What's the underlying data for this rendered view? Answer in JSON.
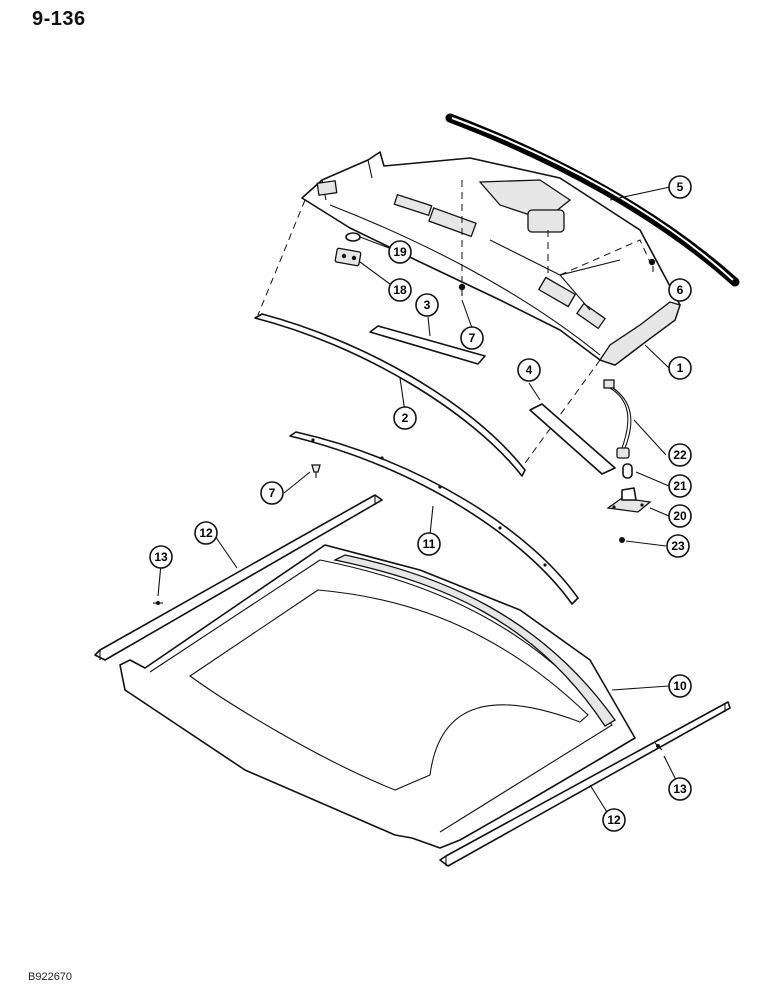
{
  "page": {
    "number": "9-136",
    "figure_code": "B922670"
  },
  "callouts": [
    {
      "id": "c5",
      "label": "5"
    },
    {
      "id": "c19",
      "label": "19"
    },
    {
      "id": "c6",
      "label": "6"
    },
    {
      "id": "c18",
      "label": "18"
    },
    {
      "id": "c3",
      "label": "3"
    },
    {
      "id": "c7a",
      "label": "7"
    },
    {
      "id": "c1",
      "label": "1"
    },
    {
      "id": "c4",
      "label": "4"
    },
    {
      "id": "c2",
      "label": "2"
    },
    {
      "id": "c22",
      "label": "22"
    },
    {
      "id": "c21",
      "label": "21"
    },
    {
      "id": "c7b",
      "label": "7"
    },
    {
      "id": "c20",
      "label": "20"
    },
    {
      "id": "c11",
      "label": "11"
    },
    {
      "id": "c12a",
      "label": "12"
    },
    {
      "id": "c23",
      "label": "23"
    },
    {
      "id": "c13a",
      "label": "13"
    },
    {
      "id": "c10",
      "label": "10"
    },
    {
      "id": "c13b",
      "label": "13"
    },
    {
      "id": "c12b",
      "label": "12"
    }
  ]
}
